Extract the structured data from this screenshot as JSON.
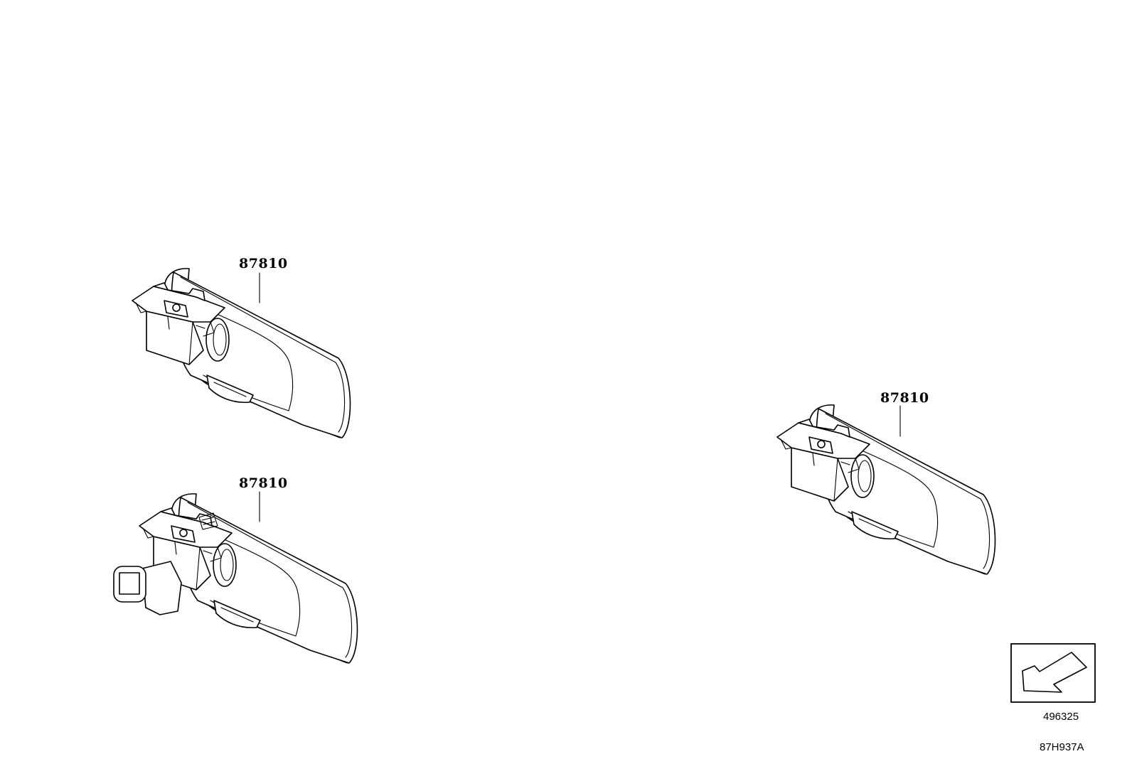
{
  "callouts": [
    {
      "id": "mirror-1",
      "label": "87810"
    },
    {
      "id": "mirror-2",
      "label": "87810"
    },
    {
      "id": "mirror-3",
      "label": "87810"
    }
  ],
  "reference_box": {
    "icon": "direction-arrow-icon",
    "number": "496325"
  },
  "drawing_code": "87H937A",
  "colors": {
    "line": "#000000",
    "background": "#ffffff"
  }
}
